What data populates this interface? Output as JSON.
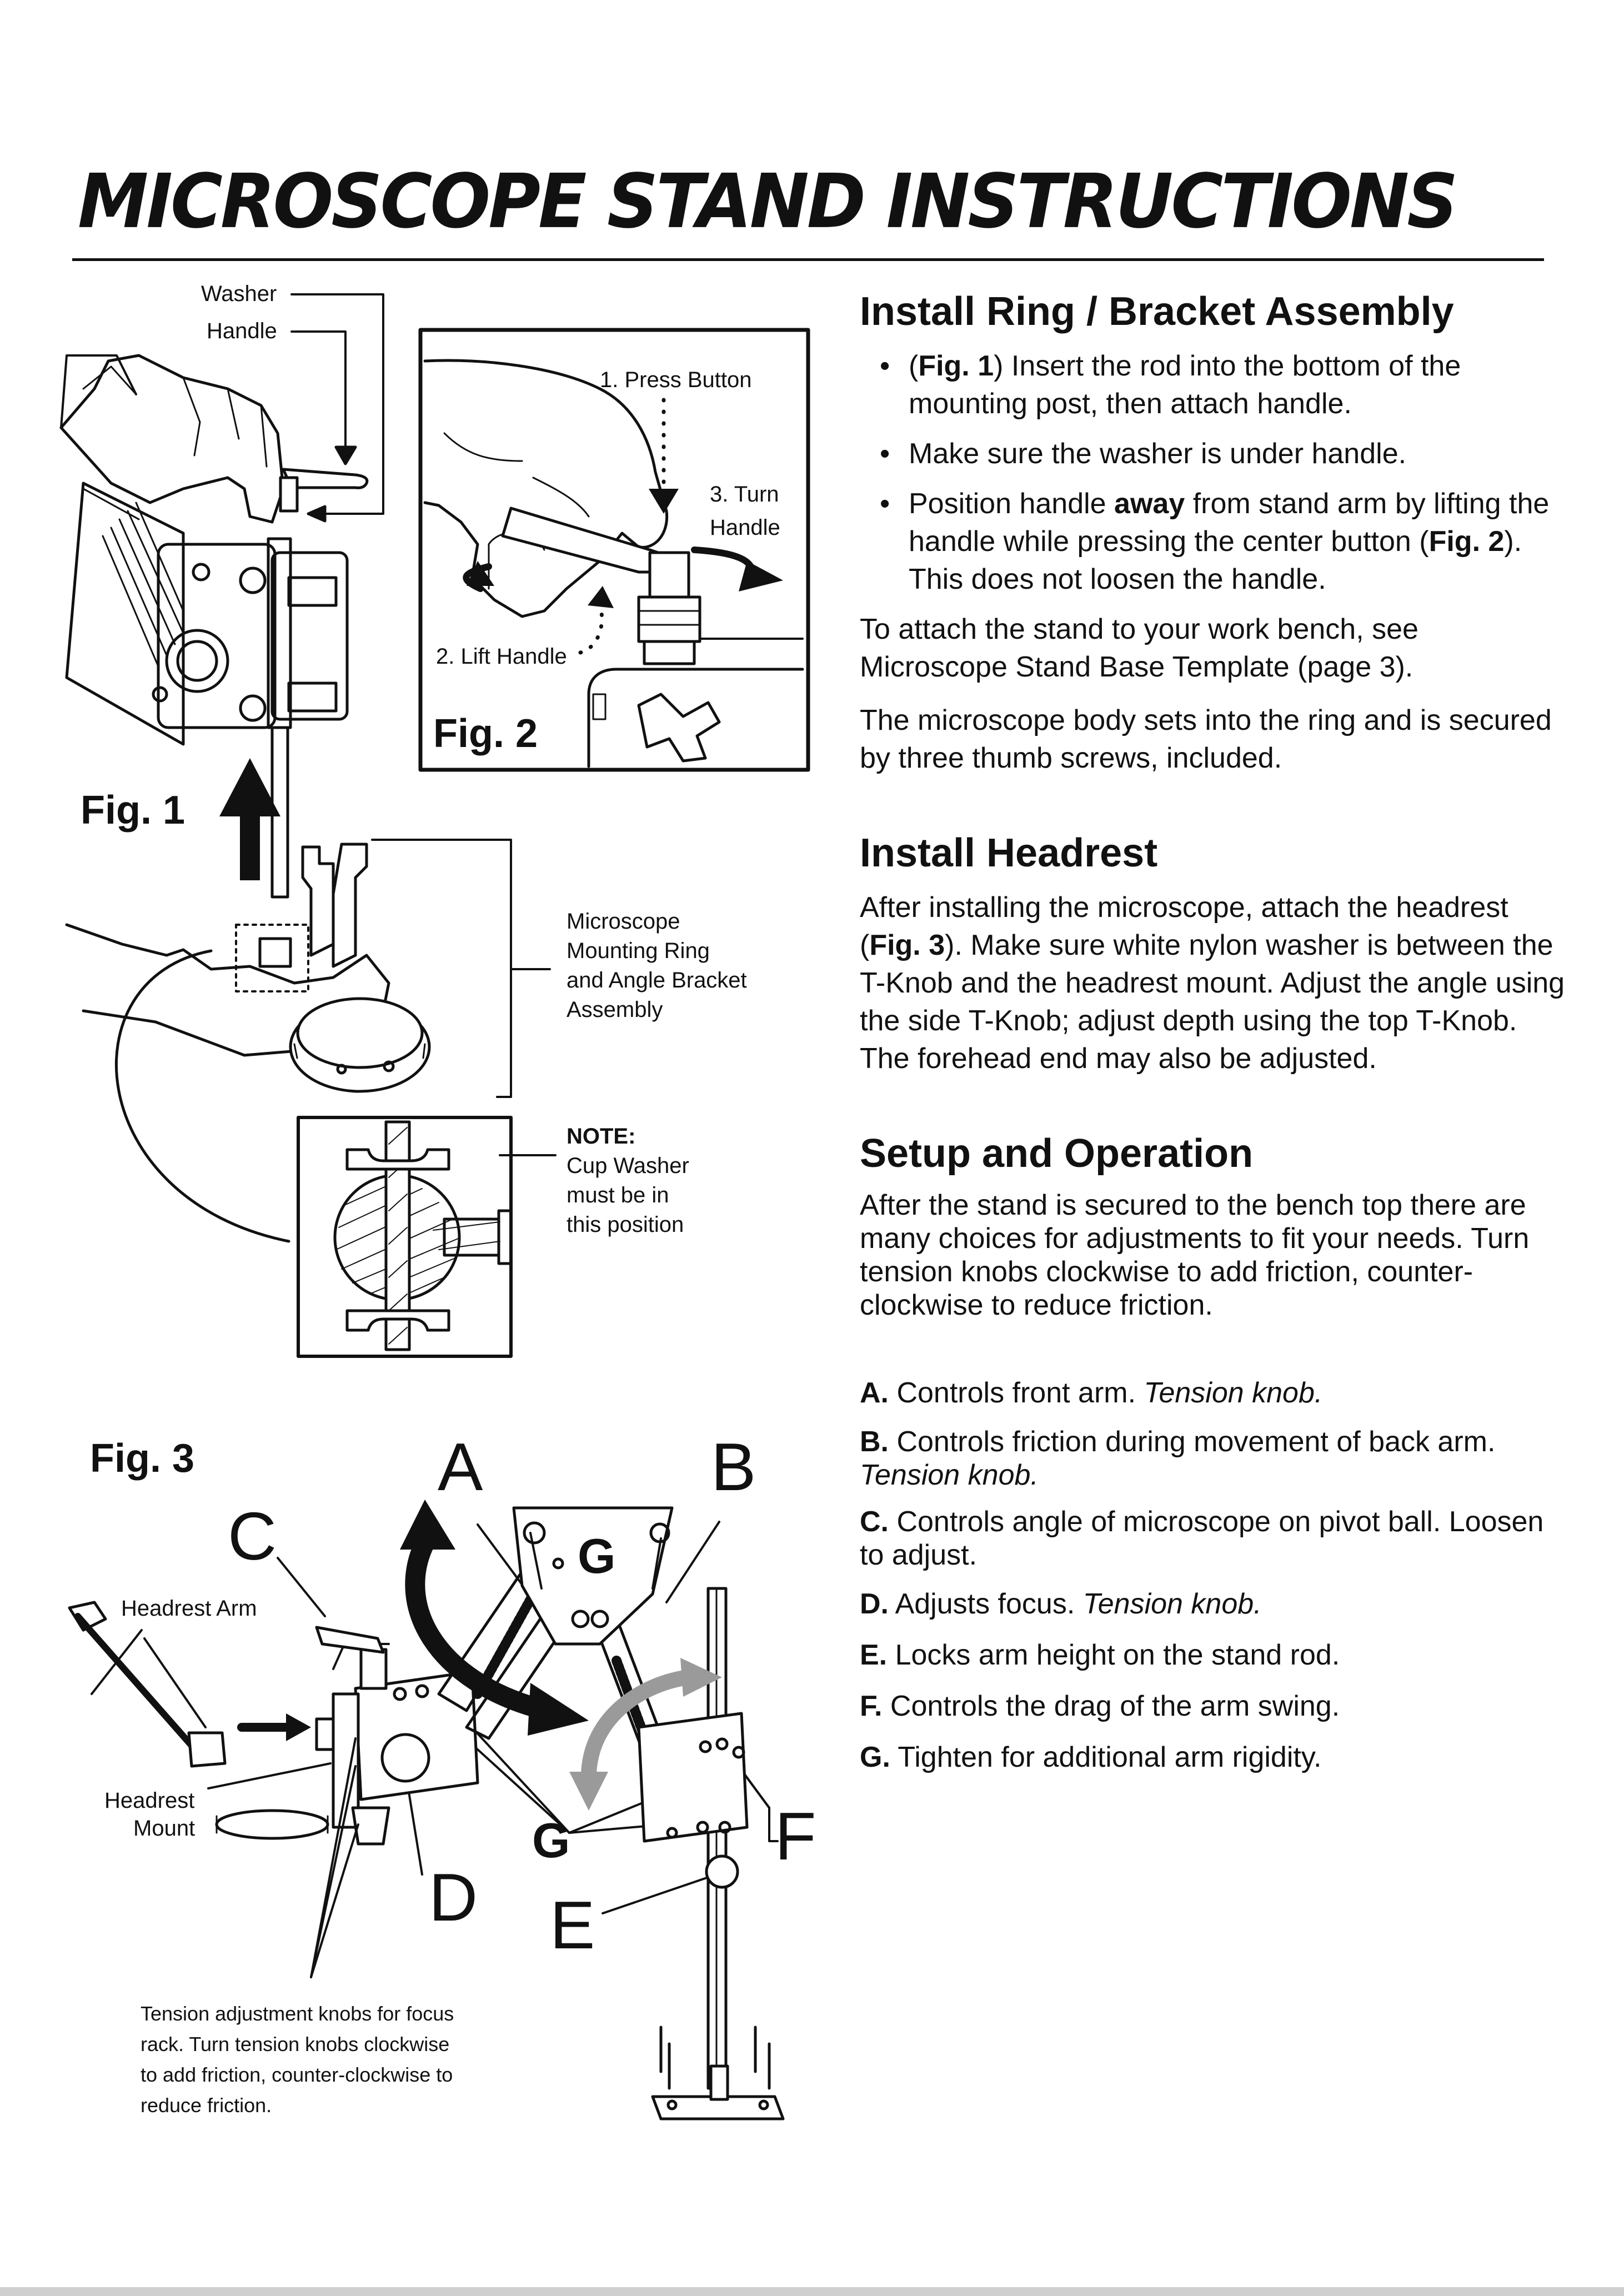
{
  "title": "MICROSCOPE STAND INSTRUCTIONS",
  "section1": {
    "heading": "Install Ring / Bracket Assembly",
    "b1_pre": "(",
    "b1_bold": "Fig. 1",
    "b1_post": ") Insert the rod into the bottom of the mounting post, then attach handle.",
    "b2": "Make sure the washer is under handle.",
    "b3_pre": "Position handle ",
    "b3_bold": "away",
    "b3_mid": " from stand arm by lifting the handle while pressing the center button (",
    "b3_bold2": "Fig. 2",
    "b3_post": "). This does not loosen the handle.",
    "p1": "To attach the stand to your work bench, see Microscope Stand Base Template (page 3).",
    "p2": "The microscope body sets into the ring and is secured by three thumb screws, included."
  },
  "section2": {
    "heading": "Install Headrest",
    "p_pre": "After installing the microscope, attach the headrest (",
    "p_bold": "Fig. 3",
    "p_post": "). Make sure white nylon washer is between the T-Knob and the headrest mount. Adjust the angle using the side T-Knob; adjust depth using the top T-Knob. The forehead end may also be adjusted."
  },
  "section3": {
    "heading": "Setup and Operation",
    "p": "After the stand is secured to the bench top there are many choices for adjustments to fit your needs. Turn tension knobs clockwise to add friction, counter-clockwise to reduce friction."
  },
  "legend": {
    "a_key": "A.",
    "a_text": " Controls front arm. ",
    "a_ital": "Tension knob.",
    "b_key": "B.",
    "b_text": " Controls friction during movement of back arm. ",
    "b_ital": "Tension knob.",
    "c_key": "C.",
    "c_text": " Controls angle of microscope on pivot ball. Loosen to adjust.",
    "d_key": "D.",
    "d_text": " Adjusts focus.  ",
    "d_ital": "Tension knob.",
    "e_key": "E.",
    "e_text": " Locks arm height on the stand rod.",
    "f_key": "F.",
    "f_text": " Controls the drag of the arm swing.",
    "g_key": "G.",
    "g_text": " Tighten for additional arm rigidity."
  },
  "fig1": {
    "label": "Fig. 1",
    "washer": "Washer",
    "handle": "Handle",
    "assembly": [
      "Microscope",
      "Mounting Ring",
      "and Angle Bracket",
      "Assembly"
    ],
    "note_title": "NOTE:",
    "note": [
      "Cup Washer",
      "must be in",
      "this position"
    ]
  },
  "fig2": {
    "label": "Fig. 2",
    "press": "1. Press Button",
    "lift": "2. Lift Handle",
    "turn1": "3. Turn",
    "turn2": "Handle"
  },
  "fig3": {
    "label": "Fig. 3",
    "headrest_arm": "Headrest Arm",
    "headrest_mount1": "Headrest",
    "headrest_mount2": "Mount",
    "tension": [
      "Tension adjustment knobs for focus",
      "rack. Turn tension knobs clockwise",
      "to add friction, counter-clockwise to",
      "reduce friction."
    ],
    "letters": {
      "a": "A",
      "b": "B",
      "c": "C",
      "d": "D",
      "e": "E",
      "f": "F",
      "g": "G"
    }
  },
  "colors": {
    "ink": "#111111",
    "gray_arrow": "#9a9a9a",
    "bottom_bar": "#cfcfcf"
  }
}
